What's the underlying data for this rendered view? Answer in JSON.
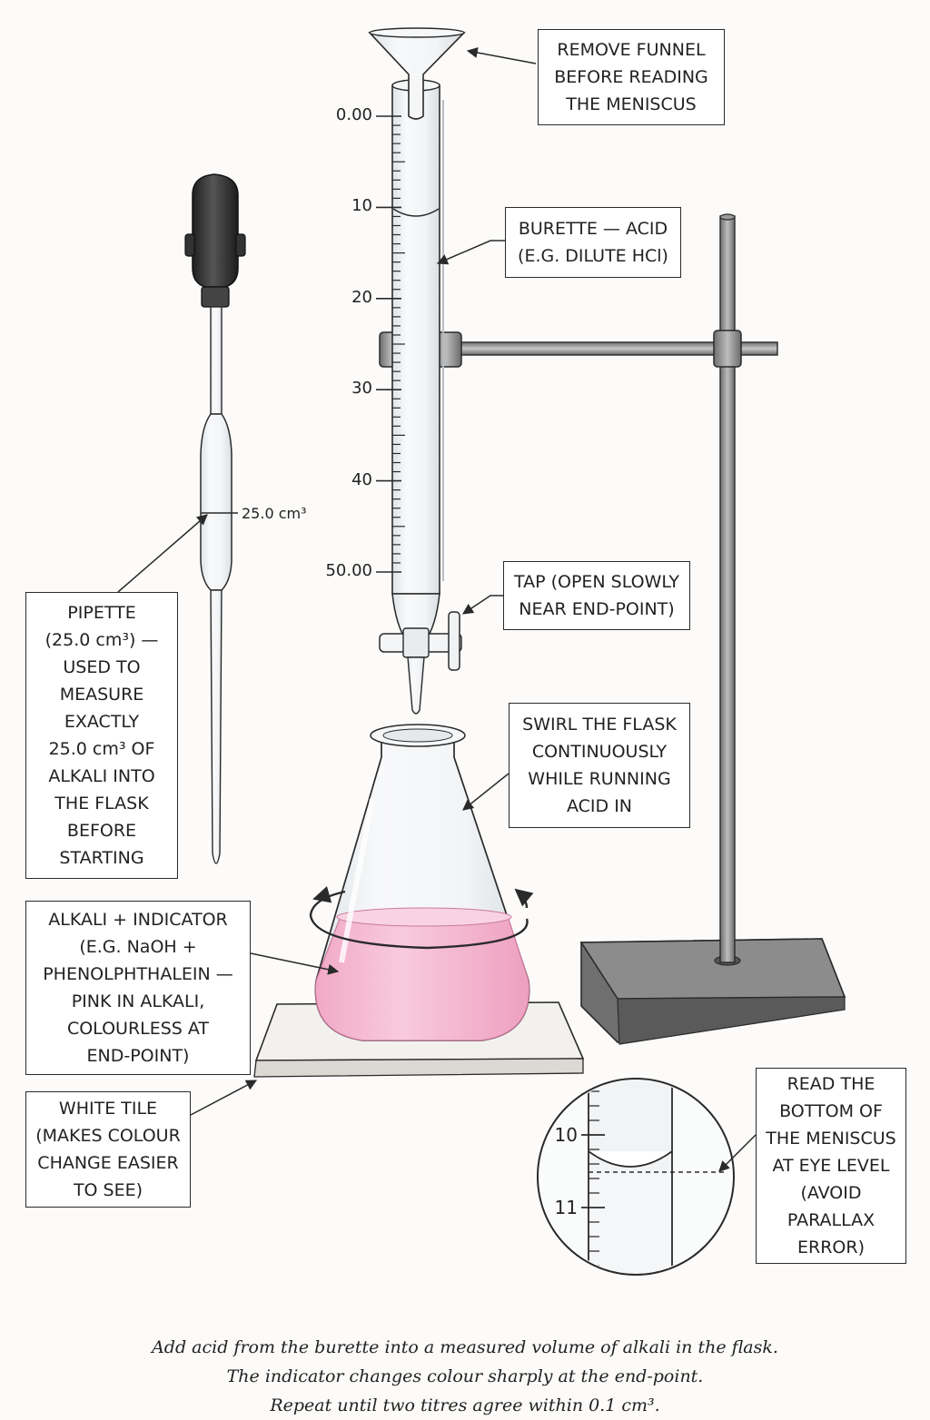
{
  "burette_scale": {
    "ticks": [
      "0.00",
      "10",
      "20",
      "30",
      "40",
      "50.00"
    ]
  },
  "pipette_mark": "25.0 cm³",
  "labels": {
    "funnel": "REMOVE FUNNEL\nBEFORE READING\nTHE MENISCUS",
    "burette": "BURETTE — ACID\n(E.G. DILUTE HCl)",
    "tap": "TAP (OPEN SLOWLY\nNEAR END-POINT)",
    "swirl": "SWIRL THE FLASK\nCONTINUOUSLY\nWHILE RUNNING\nACID IN",
    "pipette": "PIPETTE\n(25.0 cm³) —\nUSED TO\nMEASURE\nEXACTLY\n25.0 cm³ OF\nALKALI INTO\nTHE FLASK\nBEFORE\nSTARTING",
    "alkali": "ALKALI + INDICATOR\n(E.G. NaOH +\nPHENOLPHTHALEIN —\nPINK IN ALKALI,\nCOLOURLESS AT\nEND-POINT)",
    "tile": "WHITE TILE\n(MAKES COLOUR\nCHANGE EASIER\nTO SEE)",
    "meniscus": "READ THE\nBOTTOM OF\nTHE MENISCUS\nAT EYE LEVEL\n(AVOID\nPARALLAX\nERROR)"
  },
  "zoom_scale": {
    "upper": "10",
    "lower": "11"
  },
  "caption": [
    "Add acid from the burette into a measured volume of alkali in the flask.",
    "The indicator changes colour sharply at the end-point.",
    "Repeat until two titres agree within 0.1 cm³."
  ],
  "colors": {
    "ink": "#2a2a2a",
    "alkali_pink": "#f4b6cf",
    "glass": "#eef1f3",
    "metal": "#8a8a8a",
    "bulb": "#3a3a3a"
  }
}
